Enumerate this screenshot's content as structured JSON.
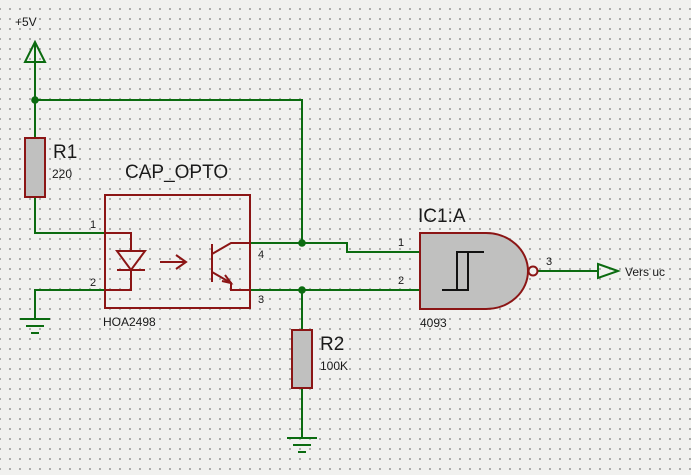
{
  "colors": {
    "wire": "#0b6b10",
    "body": "#8b1515",
    "fill": "#c0c0bf",
    "junction": "#0b6b10",
    "text": "#1a1a1a"
  },
  "power": {
    "label": "+5V",
    "icon": "power-arrow-icon"
  },
  "r1": {
    "ref": "R1",
    "value": "220"
  },
  "r2": {
    "ref": "R2",
    "value": "100K"
  },
  "opto": {
    "ref": "CAP_OPTO",
    "part": "HOA2498",
    "pins": [
      "1",
      "2",
      "4",
      "3"
    ]
  },
  "gate": {
    "ref": "IC1:A",
    "part": "4093",
    "pins": [
      "1",
      "2",
      "3"
    ],
    "icon": "schmitt-trigger-icon"
  },
  "output": {
    "label": "Vers uc",
    "icon": "output-port-arrow-icon"
  },
  "grounds": [
    "ground-icon",
    "ground-icon"
  ]
}
